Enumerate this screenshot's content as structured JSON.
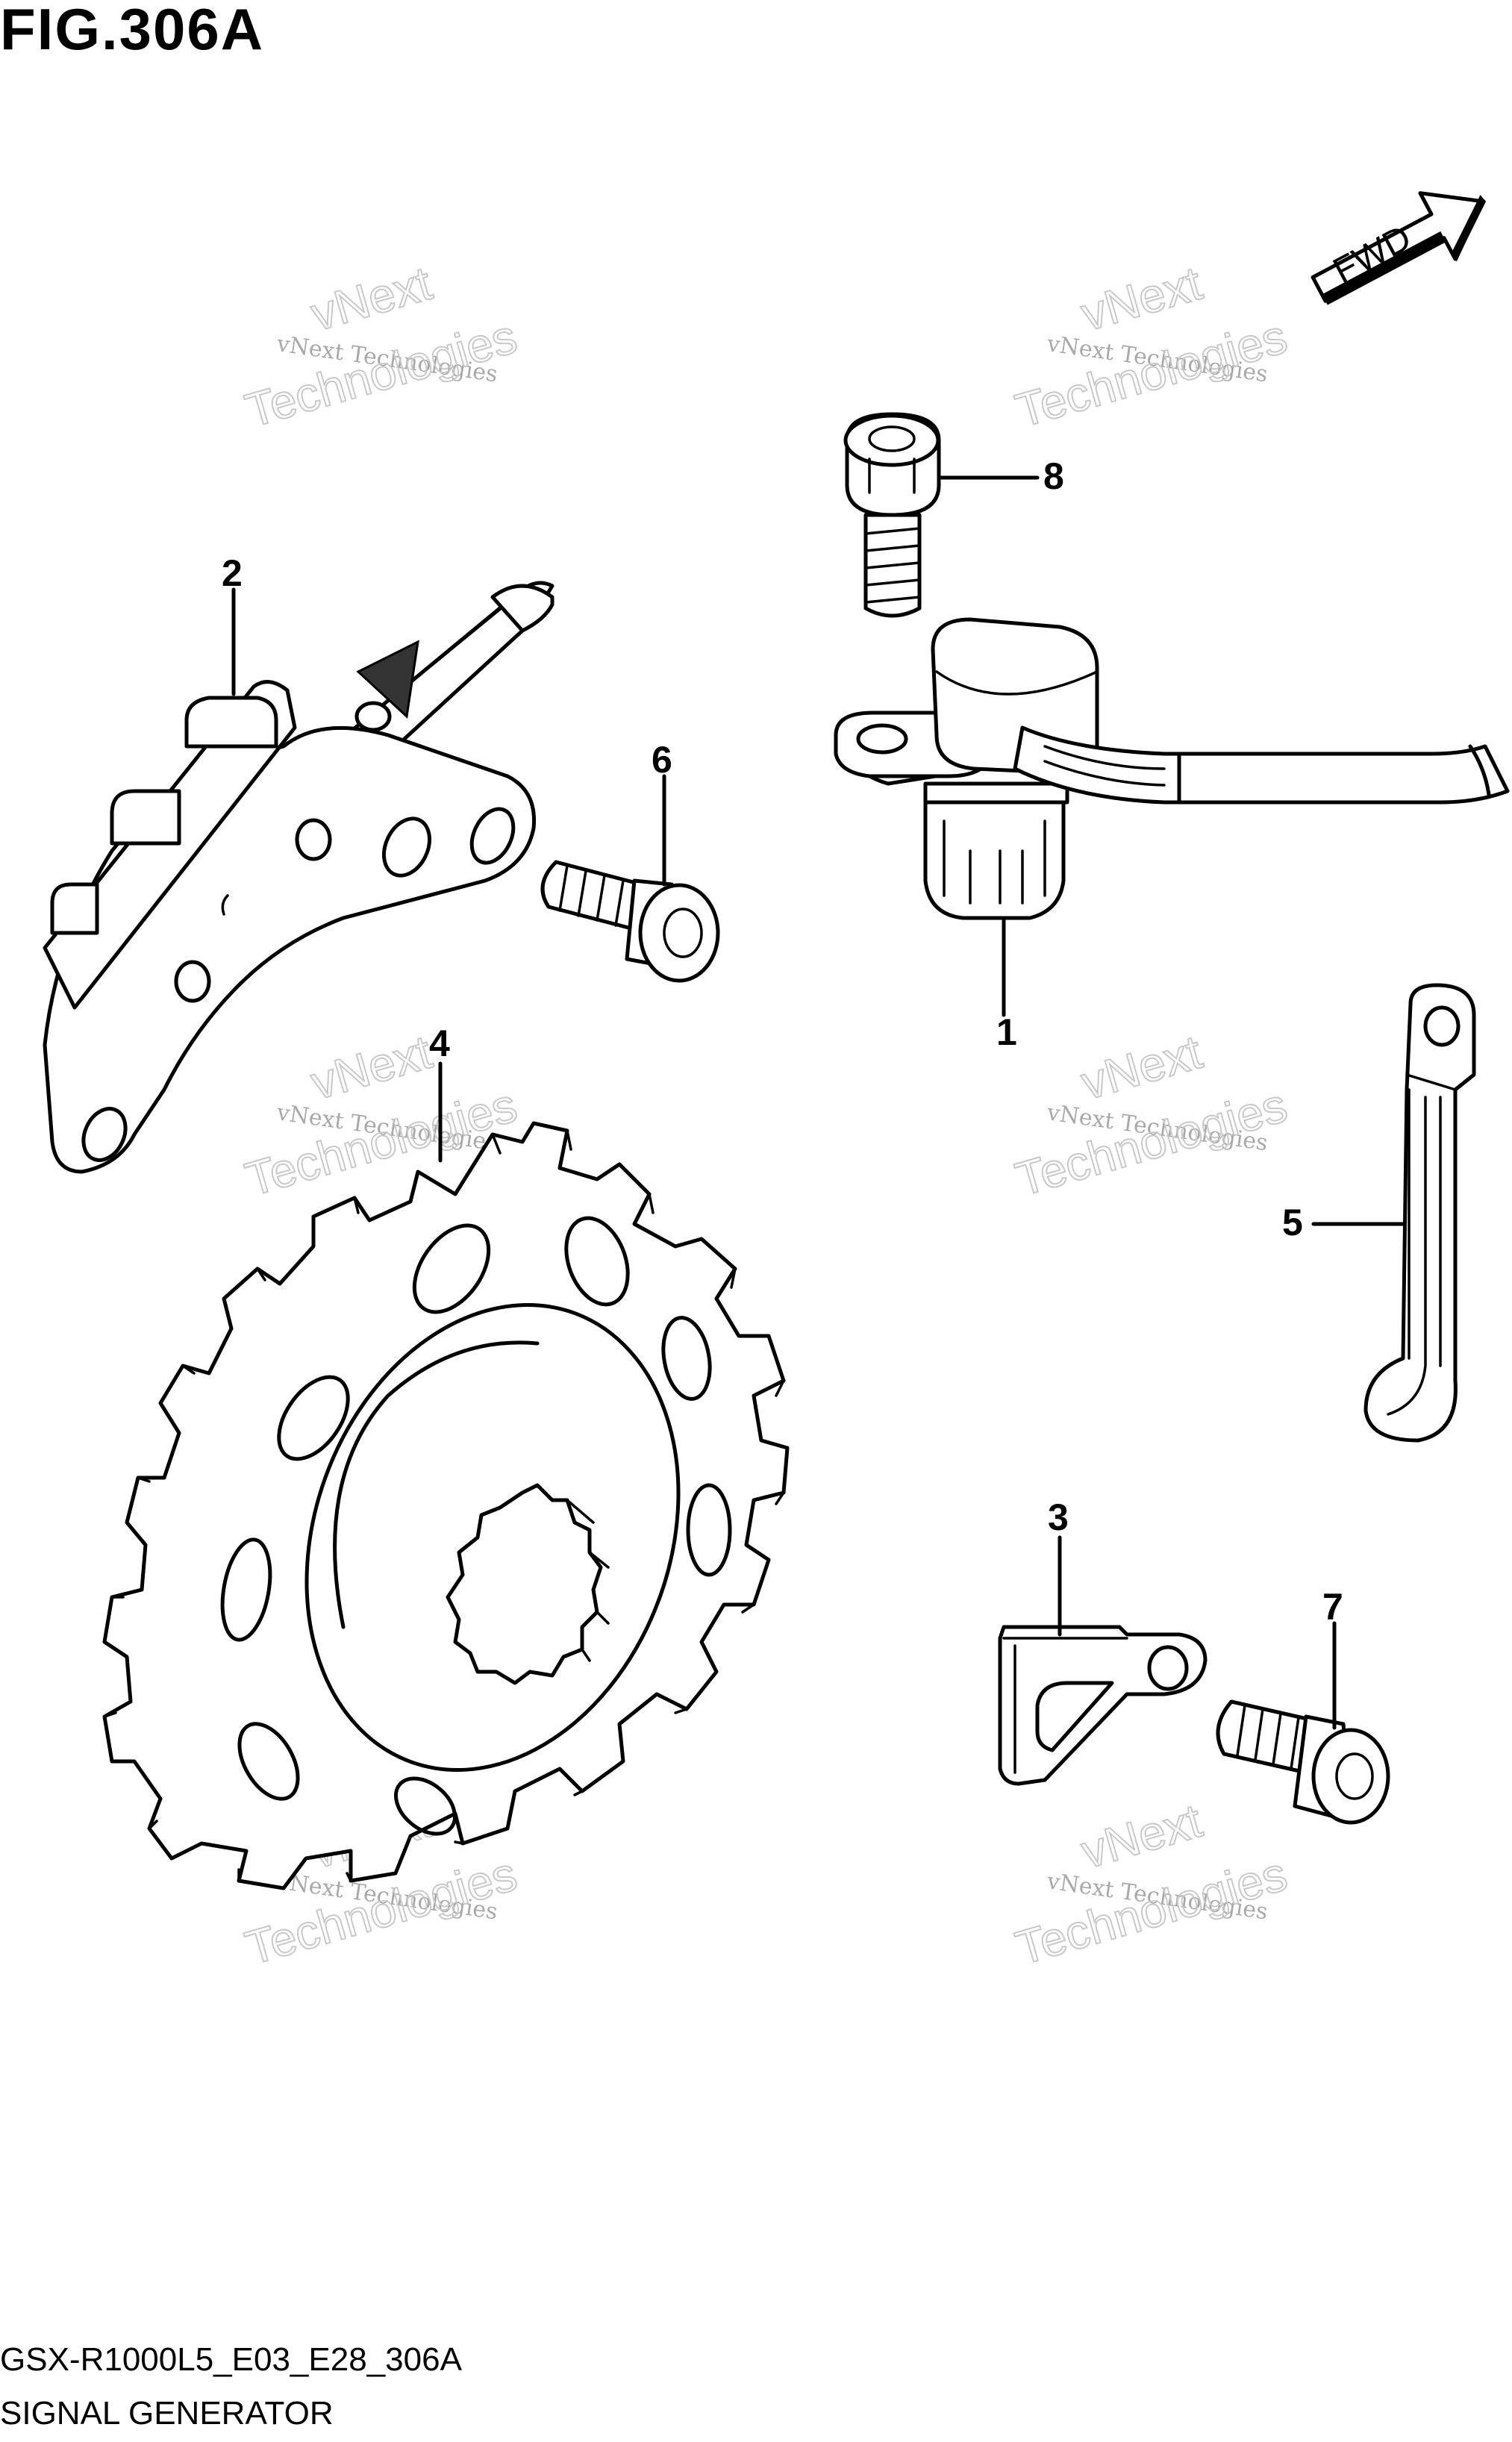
{
  "figure": {
    "title": "FIG.306A",
    "model_code": "GSX-R1000L5_E03_E28_306A",
    "section_name": "SIGNAL GENERATOR"
  },
  "direction_marker": {
    "label": "FWD"
  },
  "callouts": [
    "1",
    "2",
    "3",
    "4",
    "5",
    "6",
    "7",
    "8"
  ],
  "watermark": {
    "small_text": "vNext Technologies",
    "large_line1": "vNext",
    "large_line2": "Technologies"
  }
}
